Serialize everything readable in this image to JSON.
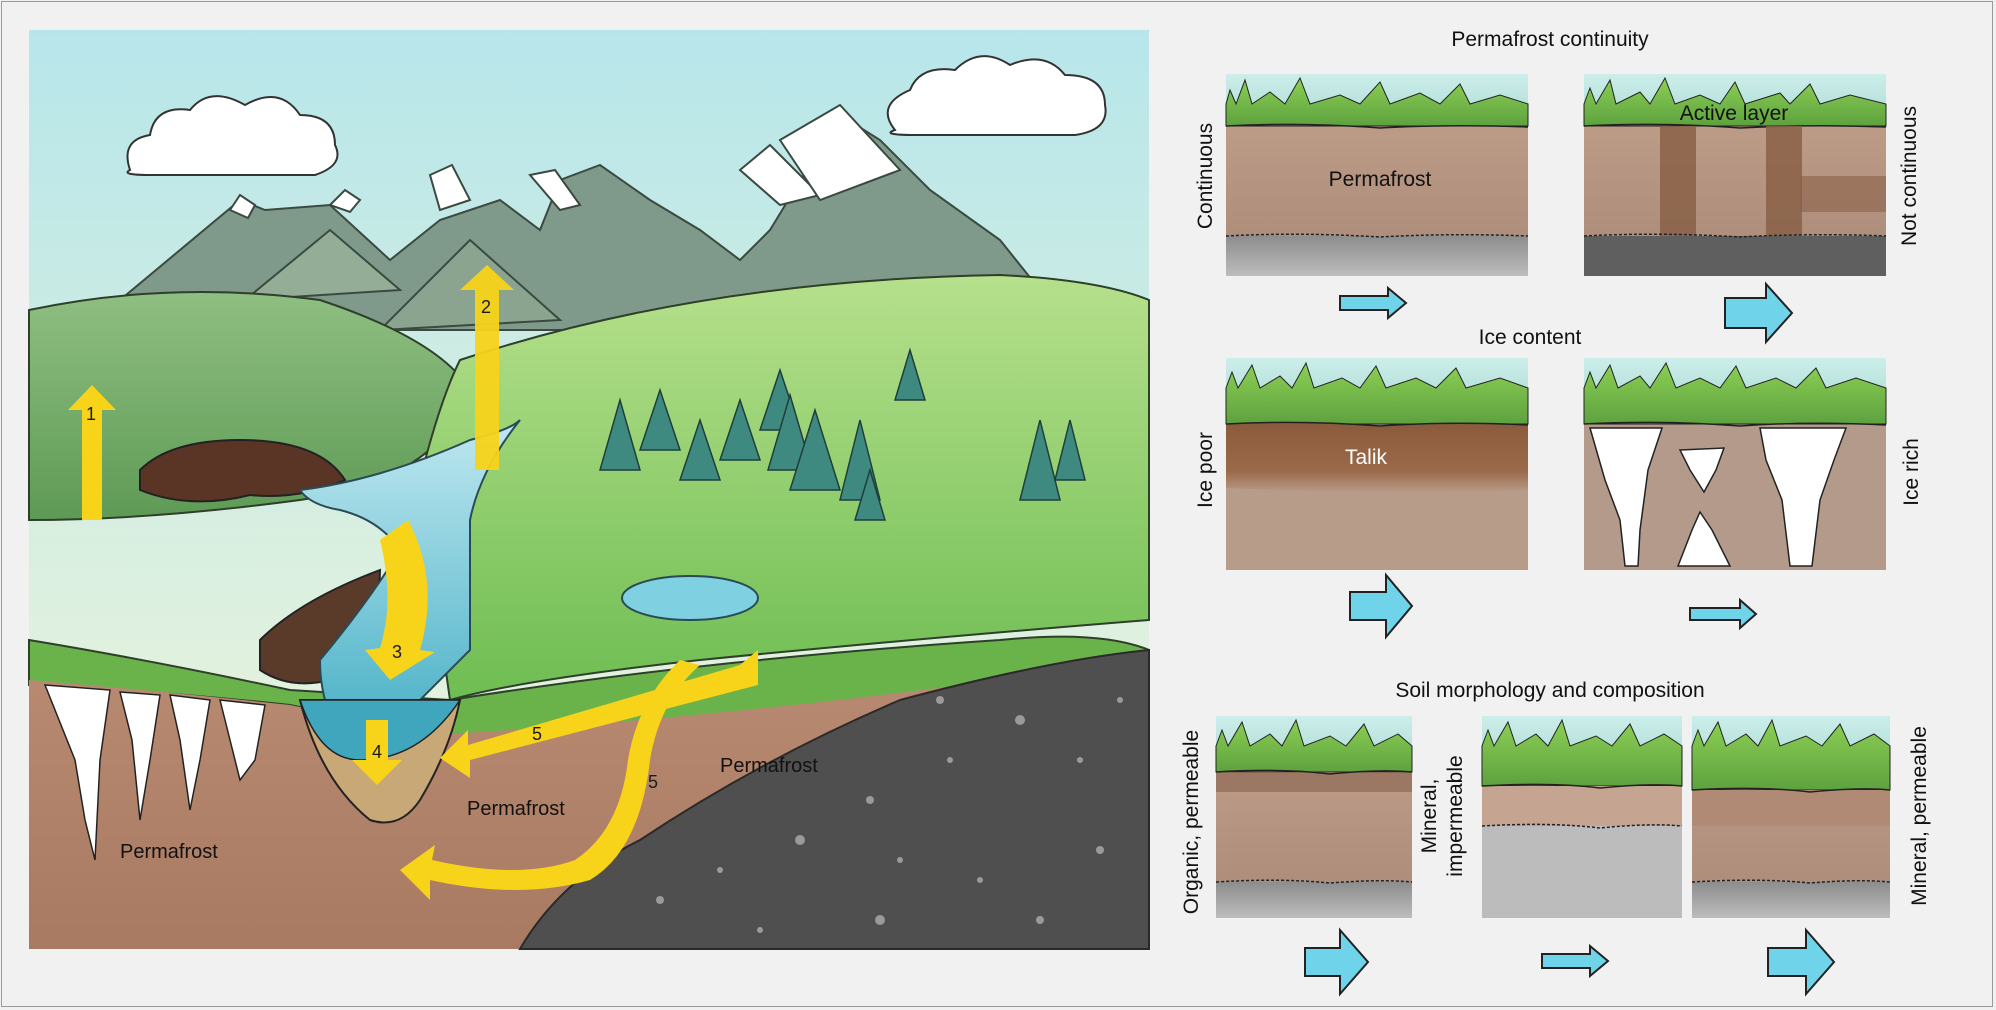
{
  "landscape": {
    "arrow_labels": [
      "1",
      "2",
      "3",
      "4",
      "5",
      "5"
    ],
    "permafrost_labels": [
      "Permafrost",
      "Permafrost",
      "Permafrost"
    ]
  },
  "continuity": {
    "title": "Permafrost continuity",
    "left_label": "Continuous",
    "right_label": "Not continuous",
    "permafrost_label": "Permafrost",
    "active_layer_label": "Active layer"
  },
  "ice": {
    "title": "Ice content",
    "left_label": "Ice poor",
    "right_label": "Ice rich",
    "talik_label": "Talik"
  },
  "soil": {
    "title": "Soil morphology and composition",
    "label_1": "Organic, permeable",
    "label_2_line1": "Mineral,",
    "label_2_line2": "impermeable",
    "label_3": "Mineral, permeable"
  },
  "colors": {
    "flow_arrow": "#f7d31a",
    "effect_arrow": "#6fd3ea",
    "sky": "#c9ecea",
    "grass": "#7ccf55",
    "permafrost_soil": "#b58e76",
    "bedrock": "#5a5a5a"
  }
}
